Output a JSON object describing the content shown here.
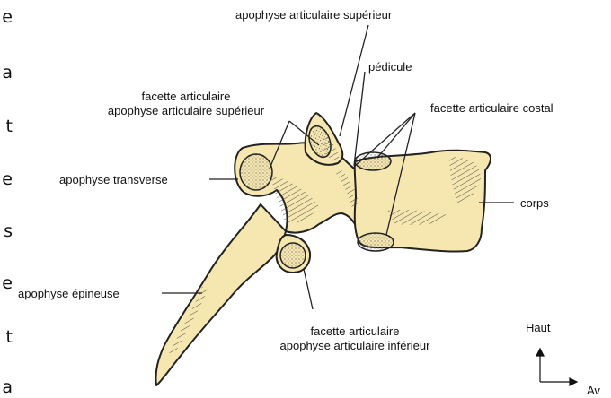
{
  "side_letters": [
    "e",
    "a",
    "t",
    "e",
    "s",
    "e",
    "t",
    "a"
  ],
  "labels": {
    "sup_articular_process": "apophyse articulaire supérieur",
    "pedicle": "pédicule",
    "costal_facet": "facette articulaire costal",
    "sup_facet_line1": "facette articulaire",
    "sup_facet_line2": "apophyse articulaire supérieur",
    "transverse_process": "apophyse transverse",
    "body": "corps",
    "spinous_process": "apophyse épineuse",
    "inf_facet_line1": "facette articulaire",
    "inf_facet_line2": "apophyse articulaire inférieur"
  },
  "orientation": {
    "up": "Haut",
    "forward": "Av"
  },
  "colors": {
    "bone_fill": "#f6e7b0",
    "outline": "#222222"
  }
}
